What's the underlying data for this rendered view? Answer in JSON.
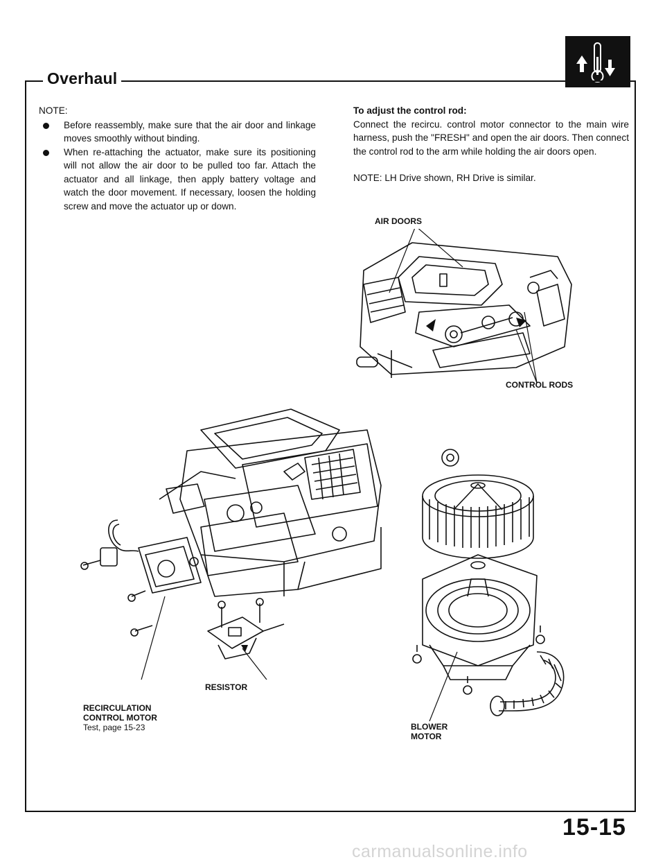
{
  "header": {
    "section_title": "Overhaul",
    "section_icon": "heater-thermometer-icon"
  },
  "left_note": {
    "label": "NOTE:",
    "items": [
      "Before reassembly, make sure that the air door and linkage moves smoothly without binding.",
      "When re-attaching the actuator, make sure its positioning will not allow the air door to be pulled too far. Attach the actuator and all linkage, then apply battery voltage and watch the door movement. If necessary, loosen the holding screw and move the actuator up or down."
    ]
  },
  "right_instructions": {
    "heading": "To adjust the control rod:",
    "body": "Connect the recircu. control motor connector to the main wire harness, push the \"FRESH\" and open the air doors. Then connect the control rod to the arm while holding the air doors open.",
    "note": "NOTE: LH Drive shown, RH Drive is similar."
  },
  "labels": {
    "air_doors": "AIR DOORS",
    "control_rods": "CONTROL RODS",
    "resistor": "RESISTOR",
    "recirculation_line1": "RECIRCULATION",
    "recirculation_line2": "CONTROL MOTOR",
    "recirculation_ref": "Test, page 15-23",
    "blower_line1": "BLOWER",
    "blower_line2": "MOTOR"
  },
  "footer": {
    "page_number": "15-15",
    "watermark": "carmanualsonline.info"
  },
  "colors": {
    "ink": "#111111",
    "paper": "#ffffff",
    "watermark": "#d4d4d4"
  }
}
